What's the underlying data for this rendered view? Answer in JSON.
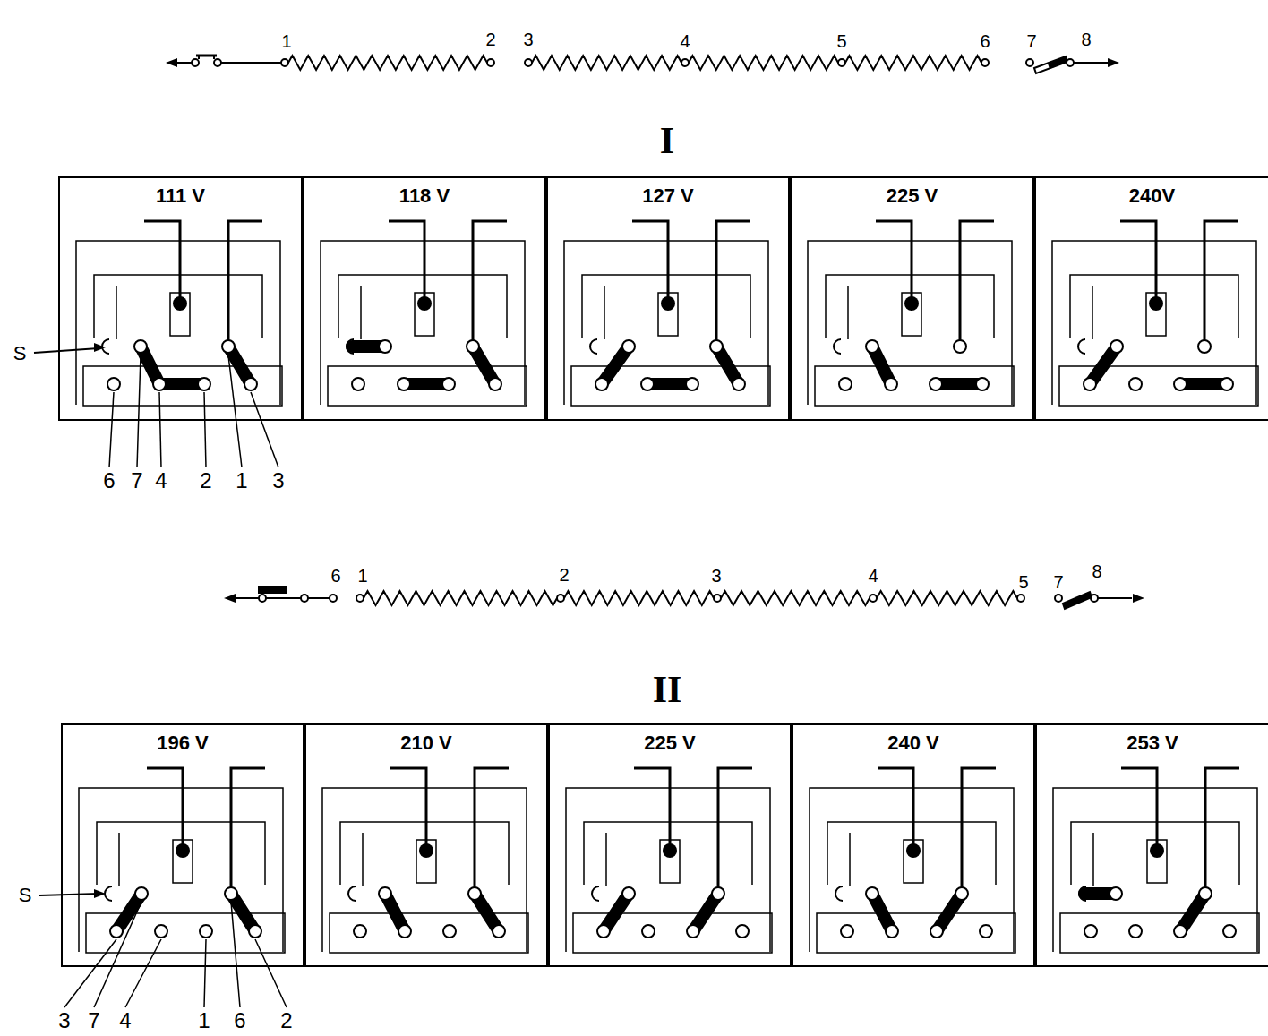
{
  "diagram": {
    "nodes": [
      {
        "text": [
          "111 V"
        ]
      },
      {
        "text": [
          "118 V"
        ]
      },
      {
        "text": [
          "127 V"
        ]
      },
      {
        "text": [
          "225 V"
        ]
      },
      {
        "text": [
          "240V"
        ]
      },
      {
        "text": [
          "196 V"
        ]
      },
      {
        "text": [
          "210 V"
        ]
      },
      {
        "text": [
          "225 V"
        ]
      },
      {
        "text": [
          "240 V"
        ]
      },
      {
        "text": [
          "253 V"
        ]
      }
    ],
    "labels": [
      "1",
      "2",
      "3",
      "4",
      "5",
      "6",
      "7",
      "8",
      "I",
      "S",
      "6",
      "7",
      "4",
      "2",
      "1",
      "3",
      "6",
      "1",
      "2",
      "3",
      "4",
      "5",
      "7",
      "8",
      "II",
      "S",
      "3",
      "7",
      "4",
      "1",
      "6",
      "2"
    ]
  }
}
